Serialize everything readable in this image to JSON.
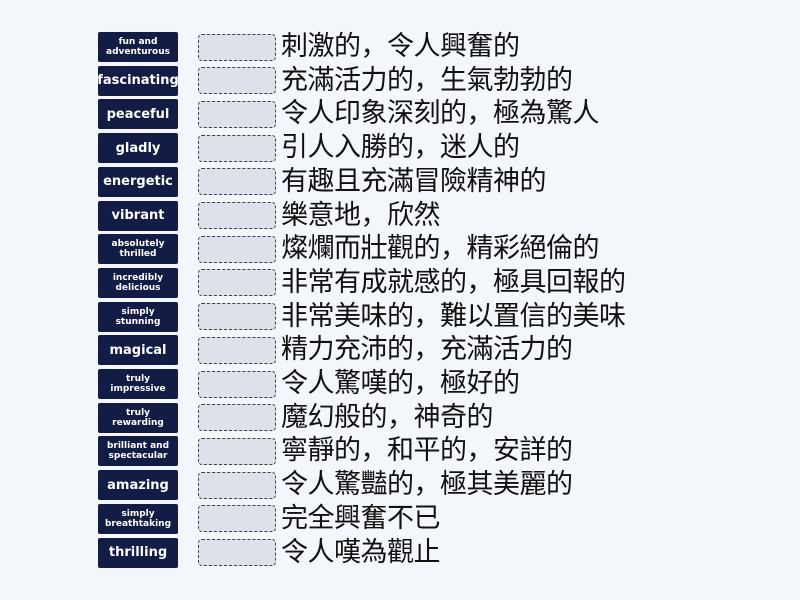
{
  "colors": {
    "background": "#f3f6fb",
    "card": "#121c45",
    "card_text": "#ffffff",
    "dropzone_fill": "#dfe1ea",
    "dropzone_border": "#3b3f4f",
    "description_text": "#111111"
  },
  "cards": [
    {
      "label": "fun and adventurous",
      "size": "small"
    },
    {
      "label": "fascinating",
      "size": "normal"
    },
    {
      "label": "peaceful",
      "size": "normal"
    },
    {
      "label": "gladly",
      "size": "normal"
    },
    {
      "label": "energetic",
      "size": "normal"
    },
    {
      "label": "vibrant",
      "size": "normal"
    },
    {
      "label": "absolutely thrilled",
      "size": "small"
    },
    {
      "label": "incredibly delicious",
      "size": "small"
    },
    {
      "label": "simply stunning",
      "size": "small"
    },
    {
      "label": "magical",
      "size": "normal"
    },
    {
      "label": "truly impressive",
      "size": "small"
    },
    {
      "label": "truly rewarding",
      "size": "small"
    },
    {
      "label": "brilliant and spectacular",
      "size": "small"
    },
    {
      "label": "amazing",
      "size": "normal"
    },
    {
      "label": "simply breathtaking",
      "size": "small"
    },
    {
      "label": "thrilling",
      "size": "normal"
    }
  ],
  "rows": [
    {
      "drop_value": "",
      "description": "刺激的，令人興奮的"
    },
    {
      "drop_value": "",
      "description": "充滿活力的，生氣勃勃的"
    },
    {
      "drop_value": "",
      "description": "令人印象深刻的，極為驚人"
    },
    {
      "drop_value": "",
      "description": "引人入勝的，迷人的"
    },
    {
      "drop_value": "",
      "description": "有趣且充滿冒險精神的"
    },
    {
      "drop_value": "",
      "description": "樂意地，欣然"
    },
    {
      "drop_value": "",
      "description": "燦爛而壯觀的，精彩絕倫的"
    },
    {
      "drop_value": "",
      "description": "非常有成就感的，極具回報的"
    },
    {
      "drop_value": "",
      "description": "非常美味的，難以置信的美味"
    },
    {
      "drop_value": "",
      "description": "精力充沛的，充滿活力的"
    },
    {
      "drop_value": "",
      "description": "令人驚嘆的，極好的"
    },
    {
      "drop_value": "",
      "description": "魔幻般的，神奇的"
    },
    {
      "drop_value": "",
      "description": "寧靜的，和平的，安詳的"
    },
    {
      "drop_value": "",
      "description": "令人驚豔的，極其美麗的"
    },
    {
      "drop_value": "",
      "description": "完全興奮不已"
    },
    {
      "drop_value": "",
      "description": "令人嘆為觀止"
    }
  ]
}
